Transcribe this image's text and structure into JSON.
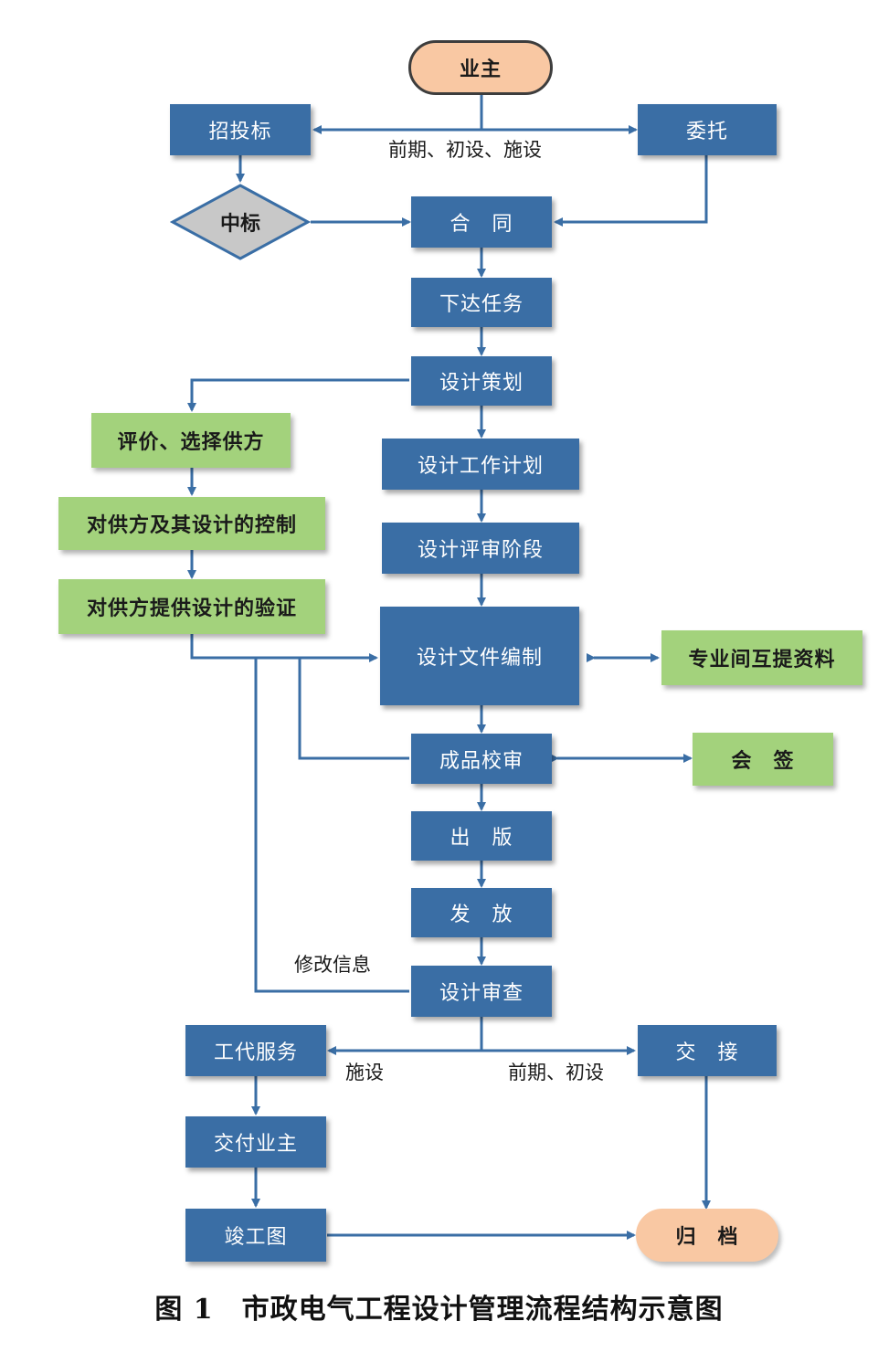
{
  "nodes": {
    "owner": "业主",
    "bidding": "招投标",
    "entrust": "委托",
    "win_bid": "中标",
    "contract": "合　同",
    "assign_task": "下达任务",
    "design_planning": "设计策划",
    "supplier_eval": "评价、选择供方",
    "supplier_control": "对供方及其设计的控制",
    "supplier_verify": "对供方提供设计的验证",
    "work_plan": "设计工作计划",
    "review_stage": "设计评审阶段",
    "doc_compile": "设计文件编制",
    "data_exchange": "专业间互提资料",
    "product_check": "成品校审",
    "countersign": "会　签",
    "publish": "出　版",
    "issue": "发　放",
    "design_review": "设计审查",
    "site_service": "工代服务",
    "handover": "交　接",
    "deliver_owner": "交付业主",
    "as_built": "竣工图",
    "archive": "归　档"
  },
  "edge_labels": {
    "phases_top": "前期、初设、施设",
    "construction": "施设",
    "phases_bottom": "前期、初设",
    "modify_info": "修改信息"
  },
  "caption": "图 1　市政电气工程设计管理流程结构示意图",
  "colors": {
    "process": "#3a6ea5",
    "supplier": "#a3d27c",
    "terminal": "#f9c8a3",
    "decision": "#c8c8c8",
    "connector": "#3a6ea5"
  }
}
